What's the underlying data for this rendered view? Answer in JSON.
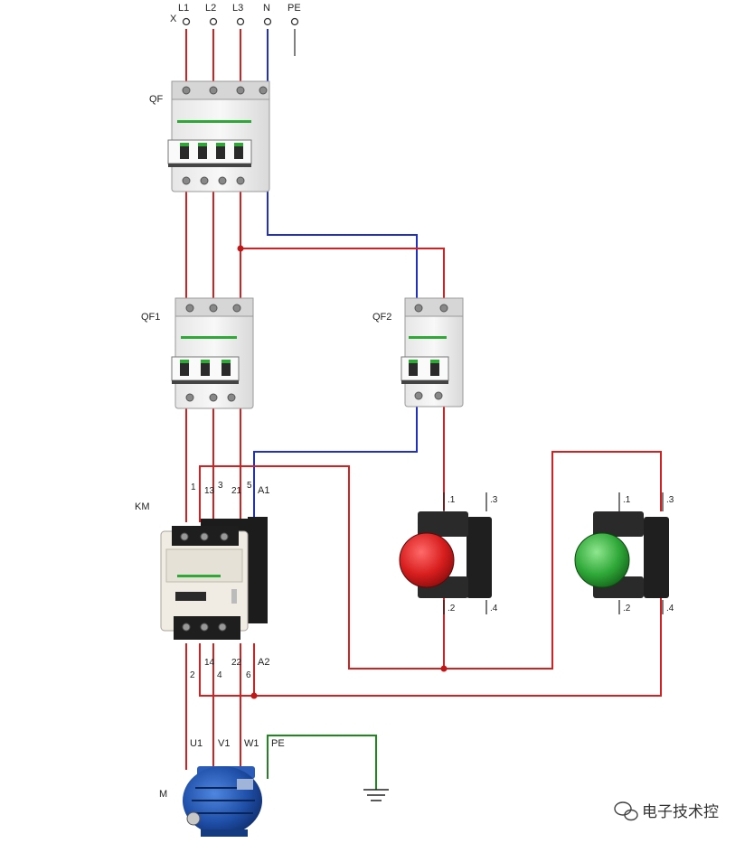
{
  "terminals": {
    "x": "X",
    "l1": "L1",
    "l2": "L2",
    "l3": "L3",
    "n": "N",
    "pe": "PE"
  },
  "components": {
    "qf": "QF",
    "qf1": "QF1",
    "qf2": "QF2",
    "km": "KM",
    "motor": "M"
  },
  "km_pins_top": {
    "p1": "1",
    "p13": "13",
    "p3": "3",
    "p21": "21",
    "p5": "5",
    "a1": "A1"
  },
  "km_pins_bottom": {
    "p2": "2",
    "p14": "14",
    "p4": "4",
    "p22": "22",
    "p6": "6",
    "a2": "A2"
  },
  "stop_button_pins": {
    "t1": ".1",
    "t3": ".3",
    "t2": ".2",
    "t4": ".4"
  },
  "start_button_pins": {
    "t1": ".1",
    "t3": ".3",
    "t2": ".2",
    "t4": ".4"
  },
  "motor_terminals": {
    "u1": "U1",
    "v1": "V1",
    "w1": "W1",
    "pe": "PE"
  },
  "watermark": "电子技术控",
  "colors": {
    "phase_wire": "#d42020",
    "neutral_wire": "#2030c0",
    "earth_wire": "#1a8a1a",
    "stop_button": "#d81e1e",
    "start_button": "#2fa838",
    "motor_body": "#1f4fa8"
  }
}
